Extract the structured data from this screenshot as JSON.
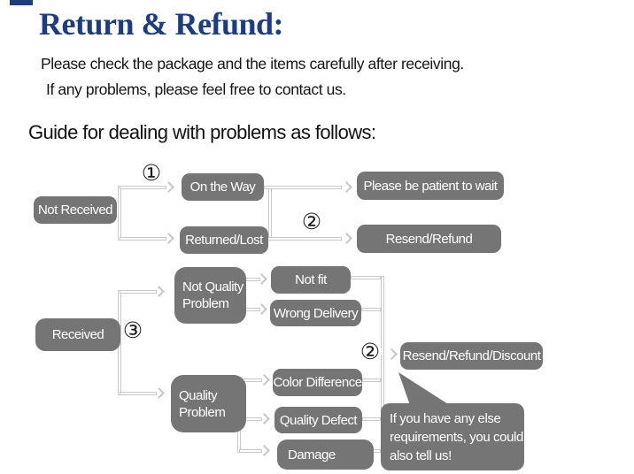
{
  "header": {
    "title": "Return & Refund:",
    "intro_line1": "Please check the package and the items carefully after receiving.",
    "intro_line2": "If any problems, please feel free to contact us.",
    "guide_heading": "Guide for dealing with problems as follows:"
  },
  "flowchart": {
    "markers": {
      "step1": "①",
      "step2": "②",
      "step3": "③"
    },
    "nodes": {
      "not_received": "Not Received",
      "on_the_way": "On the Way",
      "returned_lost": "Returned/Lost",
      "be_patient": "Please be patient to wait",
      "resend_refund": "Resend/Refund",
      "received": "Received",
      "not_quality_problem": "Not Quality Problem",
      "not_fit": "Not fit",
      "wrong_delivery": "Wrong Delivery",
      "quality_problem": "Quality Problem",
      "color_difference": "Color Difference",
      "quality_defect": "Quality Defect",
      "damage": "Damage",
      "resend_refund_discount": "Resend/Refund/Discount"
    },
    "note_lines": {
      "0": "If you have any else",
      "1": "requirements, you could",
      "2": "also tell us!"
    }
  },
  "colors": {
    "title_navy": "#1e3d80",
    "node_gray": "#757575",
    "node_text": "#ffffff",
    "connector_gray": "#c9c9c9",
    "body_text": "#151515"
  }
}
